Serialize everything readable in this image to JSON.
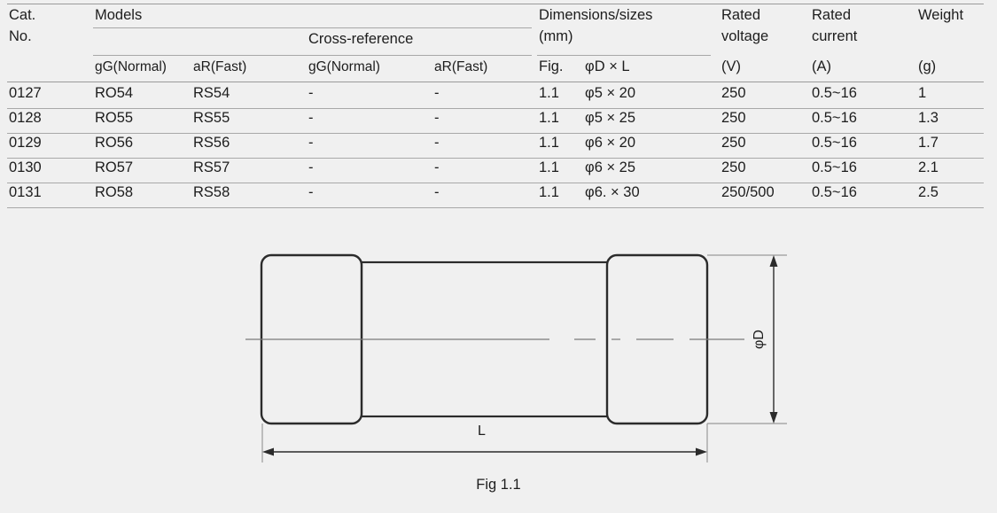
{
  "table": {
    "headers": {
      "cat_no_line1": "Cat.",
      "cat_no_line2": "No.",
      "models_group": "Models",
      "cross_reference_group": "Cross-reference",
      "models_gg": "gG(Normal)",
      "models_ar": "aR(Fast)",
      "xref_gg": "gG(Normal)",
      "xref_ar": "aR(Fast)",
      "dimensions_group_line1": "Dimensions/sizes",
      "dimensions_group_line2": "(mm)",
      "fig": "Fig.",
      "dia_x_l": "φD × L",
      "rated_voltage_line1": "Rated",
      "rated_voltage_line2": "voltage",
      "rated_voltage_unit": "(V)",
      "rated_current_line1": "Rated",
      "rated_current_line2": "current",
      "rated_current_unit": "(A)",
      "weight_line1": "Weight",
      "weight_unit": "(g)"
    },
    "rows": [
      {
        "cat_no": "0127",
        "model_gg": "RO54",
        "model_ar": "RS54",
        "xref_gg": "-",
        "xref_ar": "-",
        "fig": "1.1",
        "size": "φ5 × 20",
        "voltage": "250",
        "current": "0.5~16",
        "weight": "1"
      },
      {
        "cat_no": "0128",
        "model_gg": "RO55",
        "model_ar": "RS55",
        "xref_gg": "-",
        "xref_ar": "-",
        "fig": "1.1",
        "size": "φ5 × 25",
        "voltage": "250",
        "current": "0.5~16",
        "weight": "1.3"
      },
      {
        "cat_no": "0129",
        "model_gg": "RO56",
        "model_ar": "RS56",
        "xref_gg": "-",
        "xref_ar": "-",
        "fig": "1.1",
        "size": "φ6 × 20",
        "voltage": "250",
        "current": "0.5~16",
        "weight": "1.7"
      },
      {
        "cat_no": "0130",
        "model_gg": "RO57",
        "model_ar": "RS57",
        "xref_gg": "-",
        "xref_ar": "-",
        "fig": "1.1",
        "size": "φ6 × 25",
        "voltage": "250",
        "current": "0.5~16",
        "weight": "2.1"
      },
      {
        "cat_no": "0131",
        "model_gg": "RO58",
        "model_ar": "RS58",
        "xref_gg": "-",
        "xref_ar": "-",
        "fig": "1.1",
        "size": "φ6. × 30",
        "voltage": "250/500",
        "current": "0.5~16",
        "weight": "2.5"
      }
    ]
  },
  "drawing": {
    "caption": "Fig 1.1",
    "length_label": "L",
    "diameter_label": "φD"
  },
  "colors": {
    "background": "#f0f0f0",
    "text": "#1d1d1d",
    "rule": "#a8a8a8",
    "outline": "#2b2b2b",
    "centerline": "#7a7a7a"
  }
}
